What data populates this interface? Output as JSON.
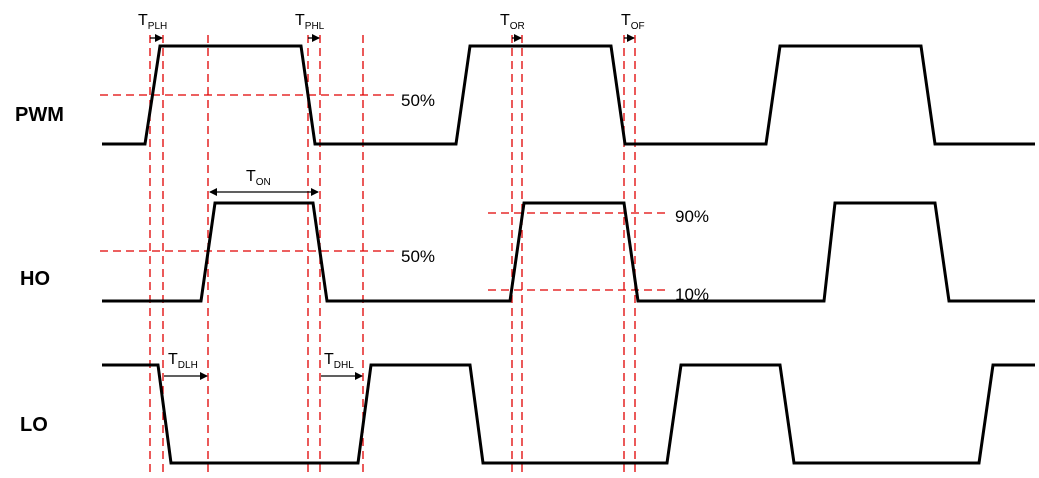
{
  "signals": {
    "pwm": "PWM",
    "ho": "HO",
    "lo": "LO"
  },
  "levels": {
    "pwm_50": "50%",
    "ho_50": "50%",
    "ho_90": "90%",
    "ho_10": "10%"
  },
  "timings": {
    "plh": {
      "main": "T",
      "sub": "PLH"
    },
    "phl": {
      "main": "T",
      "sub": "PHL"
    },
    "or": {
      "main": "T",
      "sub": "OR"
    },
    "of": {
      "main": "T",
      "sub": "OF"
    },
    "on": {
      "main": "T",
      "sub": "ON"
    },
    "dlh": {
      "main": "T",
      "sub": "DLH"
    },
    "dhl": {
      "main": "T",
      "sub": "DHL"
    }
  },
  "colors": {
    "waveform": "#000000",
    "reference_line": "#e00000"
  }
}
